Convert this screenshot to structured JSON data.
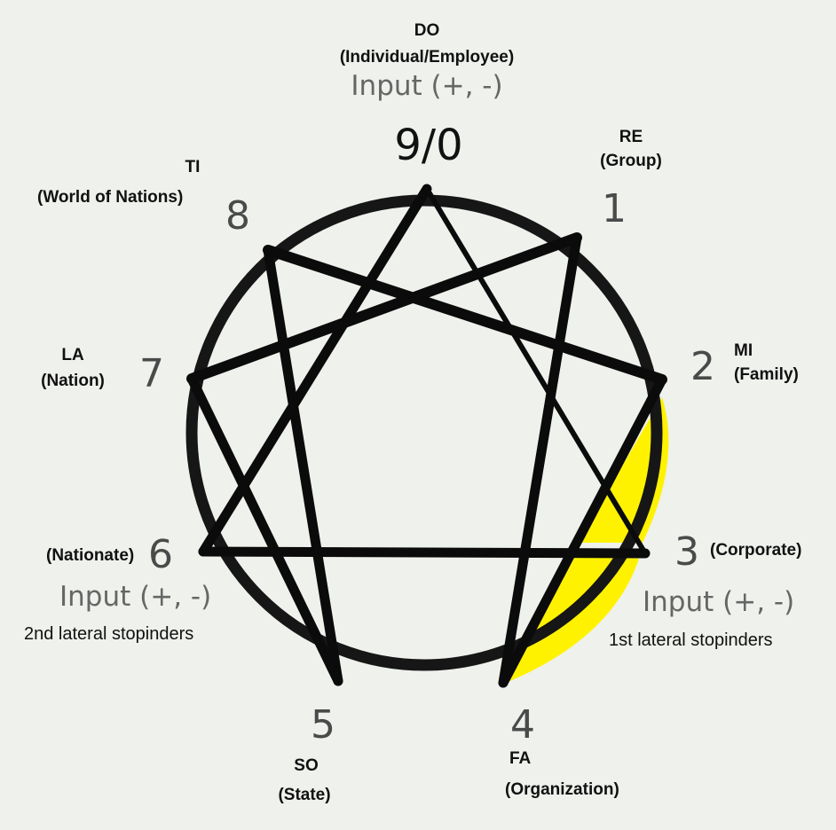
{
  "nodes": {
    "n0": {
      "number": "9/0",
      "code": "DO",
      "desc": "(Individual/Employee)",
      "input": "Input (+, -)"
    },
    "n1": {
      "number": "1",
      "code": "RE",
      "desc": "(Group)"
    },
    "n2": {
      "number": "2",
      "code": "MI",
      "desc": "(Family)"
    },
    "n3": {
      "number": "3",
      "desc": "(Corporate)",
      "input": "Input (+, -)",
      "note": "1st lateral stopinders"
    },
    "n4": {
      "number": "4",
      "code": "FA",
      "desc": "(Organization)"
    },
    "n5": {
      "number": "5",
      "code": "SO",
      "desc": "(State)"
    },
    "n6": {
      "number": "6",
      "desc": "(Nationate)",
      "input": "Input (+, -)",
      "note": "2nd lateral stopinders"
    },
    "n7": {
      "number": "7",
      "code": "LA",
      "desc": "(Nation)"
    },
    "n8": {
      "number": "8",
      "code": "TI",
      "desc": "(World of Nations)"
    }
  },
  "colors": {
    "lines": "#0b0b0b",
    "circle": "#161616",
    "highlight": "#fff200",
    "background": "#eef1ec"
  }
}
